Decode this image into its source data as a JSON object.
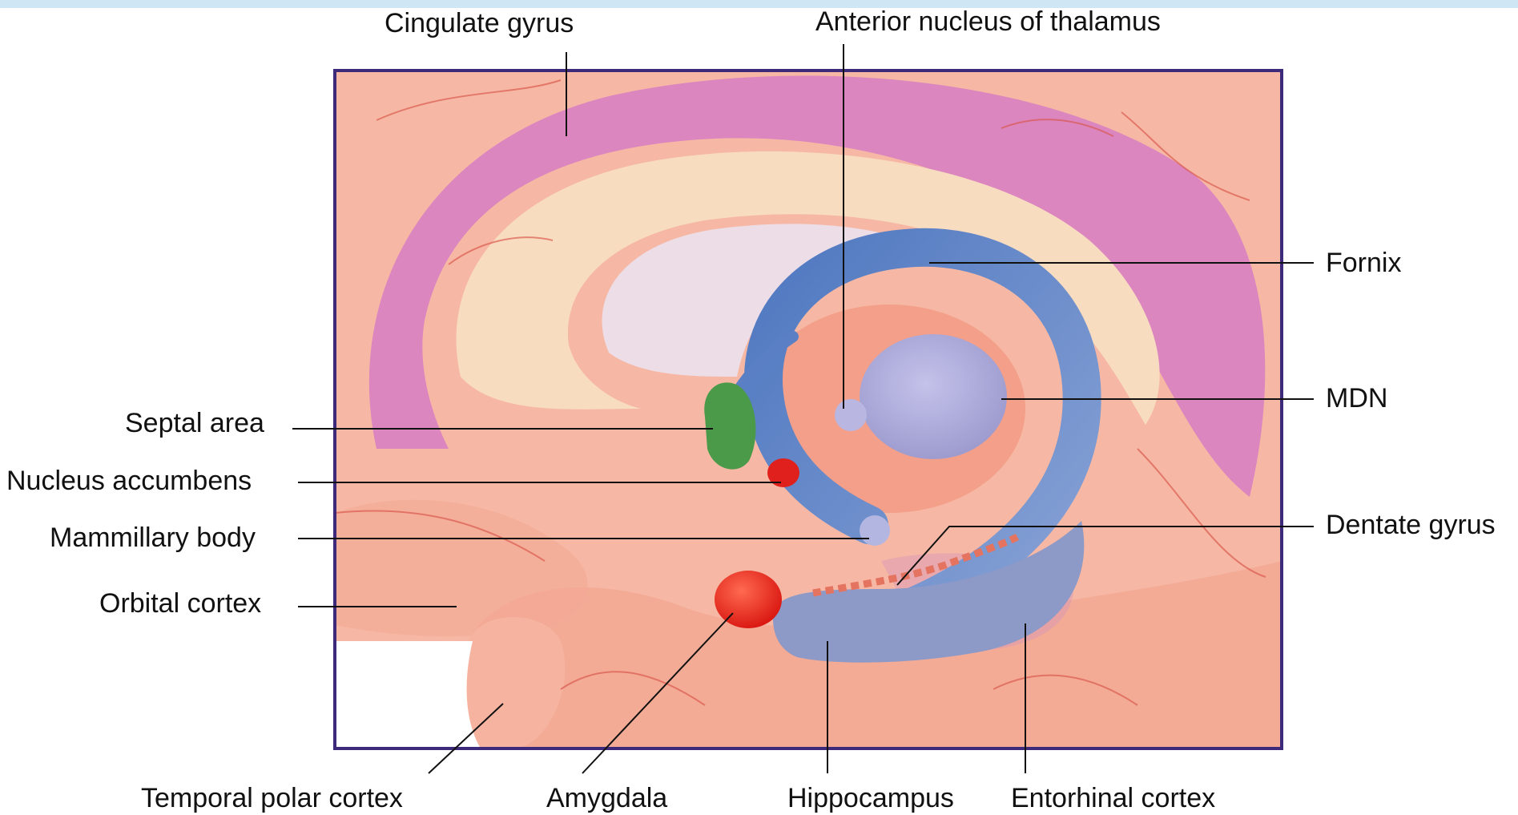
{
  "labels": {
    "cingulate_gyrus": "Cingulate gyrus",
    "anterior_nucleus_thalamus": "Anterior nucleus of thalamus",
    "fornix": "Fornix",
    "mdn": "MDN",
    "septal_area": "Septal area",
    "nucleus_accumbens": "Nucleus accumbens",
    "mammillary_body": "Mammillary body",
    "orbital_cortex": "Orbital cortex",
    "dentate_gyrus": "Dentate gyrus",
    "temporal_polar_cortex": "Temporal polar cortex",
    "amygdala": "Amygdala",
    "hippocampus": "Hippocampus",
    "entorhinal_cortex": "Entorhinal cortex"
  },
  "colors": {
    "frame": "#3d2a7a",
    "cortex": "#f6b8a4",
    "cingulate": "#d77cc4",
    "callosum": "#f8dcc0",
    "fornix": "#6f8ec8",
    "thalamus": "#a9a8d6",
    "septal": "#4a9a4a",
    "red_nuclei": "#e0201c"
  }
}
